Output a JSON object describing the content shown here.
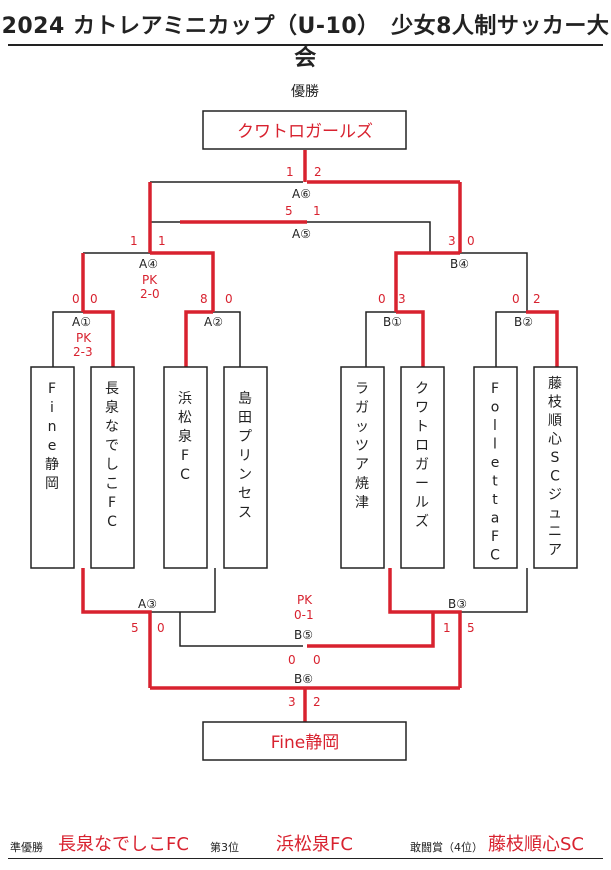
{
  "title": "2024 カトレアミニカップ（U-10）　少女8人制サッカー大会",
  "champion": {
    "label": "優勝",
    "team": "クワトロガールズ"
  },
  "third_place_winner": "Fine静岡",
  "teams": [
    "Fine静岡",
    "長泉なでしこFC",
    "浜松泉FC",
    "島田プリンセス",
    "ラガッツア焼津",
    "クワトロガールズ",
    "FollettaFC",
    "藤枝順心SCジュニア"
  ],
  "matches": {
    "A1": {
      "label": "A①",
      "pk_label": "PK",
      "pk": "2-3",
      "left": "0",
      "right": "0"
    },
    "A2": {
      "label": "A②",
      "left": "8",
      "right": "0"
    },
    "B1": {
      "label": "B①",
      "left": "0",
      "right": "3"
    },
    "B2": {
      "label": "B②",
      "left": "0",
      "right": "2"
    },
    "A4": {
      "label": "A④",
      "pk_label": "PK",
      "pk": "2-0",
      "left": "1",
      "right": "1"
    },
    "B4": {
      "label": "B④",
      "left": "3",
      "right": "0"
    },
    "A5": {
      "label": "A⑤",
      "left": "5",
      "right": "1"
    },
    "A6": {
      "label": "A⑥",
      "left": "1",
      "right": "2"
    },
    "A3": {
      "label": "A③",
      "left": "5",
      "right": "0"
    },
    "B3": {
      "label": "B③",
      "left": "1",
      "right": "5"
    },
    "B5": {
      "label": "B⑤",
      "pk_label": "PK",
      "pk": "0-1",
      "left": "0",
      "right": "0"
    },
    "B6": {
      "label": "B⑥",
      "left": "3",
      "right": "2"
    }
  },
  "footer": {
    "runner_up_label": "準優勝",
    "runner_up": "長泉なでしこFC",
    "third_label": "第3位",
    "third": "浜松泉FC",
    "fighting_label": "敢闘賞（4位）",
    "fighting": "藤枝順心SC"
  },
  "colors": {
    "winner_line": "#d8222f",
    "line": "#222222",
    "text_red": "#d8222f"
  }
}
